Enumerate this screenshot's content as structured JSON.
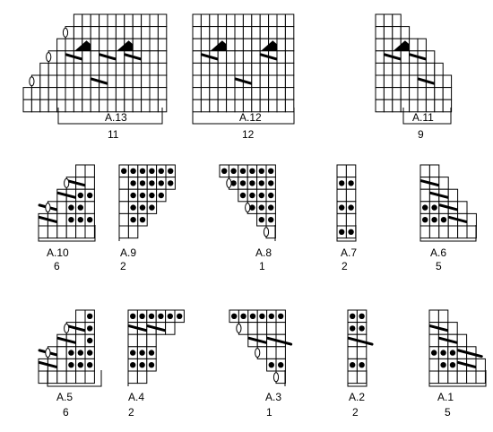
{
  "charts": [
    {
      "id": "A.13",
      "name": "A.13",
      "count": "11",
      "grid": [
        "------xxxxxxxxxxx",
        "-----oxxxxxxxxxxx",
        "----xxxAxxxxAxxxx",
        "---oxx/xxx/xx/xxx",
        "--xxxxxxxxxxxxxxx",
        "-xxxxxxxx/xxxxxxx",
        "xxxxxxxxxxxxxxxxx",
        "xxxxxxxxxxxxxxxxx"
      ]
    },
    {
      "id": "A.12",
      "name": "A.12",
      "count": "12",
      "grid": [
        "xxxxxxxxxxxx",
        "xxxxxxxxxxxx",
        "xxxAxxxxxAxx",
        "xx/xxxxxx/xx",
        "xxxxxxxxxxxx",
        "xxxxxx/xxxxx",
        "xxxxxxxxxxxx",
        "xxxxxxxxxxxx"
      ]
    },
    {
      "id": "A.11",
      "name": "A.11",
      "count": "9",
      "grid": [
        "xxx------",
        "xxxx-----",
        "xxxAxx---",
        "xx/xx/x--",
        "xxxxxxxx-",
        "xxxxxx/xx",
        "xxxxxxxxx",
        "xxxxxxxxx"
      ]
    },
    {
      "id": "A.10",
      "name": "A.10",
      "count": "6",
      "grid": [
        "----xx",
        "---x/x",
        "--x/..",
        "-/x..x",
        "x/x...",
        "xxxxxx"
      ]
    },
    {
      "id": "A.9",
      "name": "A.9",
      "count": "2",
      "grid": [
        "......",
        "x.....",
        "x....-",
        "x...--",
        "x..---",
        "xx----"
      ]
    },
    {
      "id": "A.8",
      "name": "A.8",
      "count": "1",
      "grid": [
        "......",
        "-.....",
        "--....",
        "---...",
        "----..",
        "-----x"
      ]
    },
    {
      "id": "A.7",
      "name": "A.7",
      "count": "2",
      "grid": [
        "xx",
        "..",
        "xx",
        "..",
        "xx",
        ".."
      ]
    },
    {
      "id": "A.6",
      "name": "A.6",
      "count": "5",
      "grid": [
        "xx----",
        "x/x---",
        "xx/x--",
        "..x/x-",
        "...x/x",
        "xxxxxx"
      ]
    },
    {
      "id": "A.5",
      "name": "A.5",
      "count": "6",
      "grid": [
        "----x.",
        "---x/.",
        "--x/x.",
        "-/x...",
        "x/x...",
        "xxxxxx"
      ]
    },
    {
      "id": "A.4",
      "name": "A.4",
      "count": "2",
      "grid": [
        "......",
        "x/x/x-",
        "xxx---",
        "...---",
        "...---",
        "xx----"
      ]
    },
    {
      "id": "A.3",
      "name": "A.3",
      "count": "1",
      "grid": [
        "......",
        "-xxxxx",
        "--x/x/",
        "---xxx",
        "----..",
        "-----x"
      ]
    },
    {
      "id": "A.2",
      "name": "A.2",
      "count": "2",
      "grid": [
        "..",
        "..",
        "x/",
        "xx",
        "..",
        "xx"
      ]
    },
    {
      "id": "A.1",
      "name": "A.1",
      "count": "5",
      "grid": [
        "xx----",
        "x/x---",
        "xx/x--",
        "...x/-",
        "x..x/x",
        "xxxxxx"
      ]
    }
  ]
}
